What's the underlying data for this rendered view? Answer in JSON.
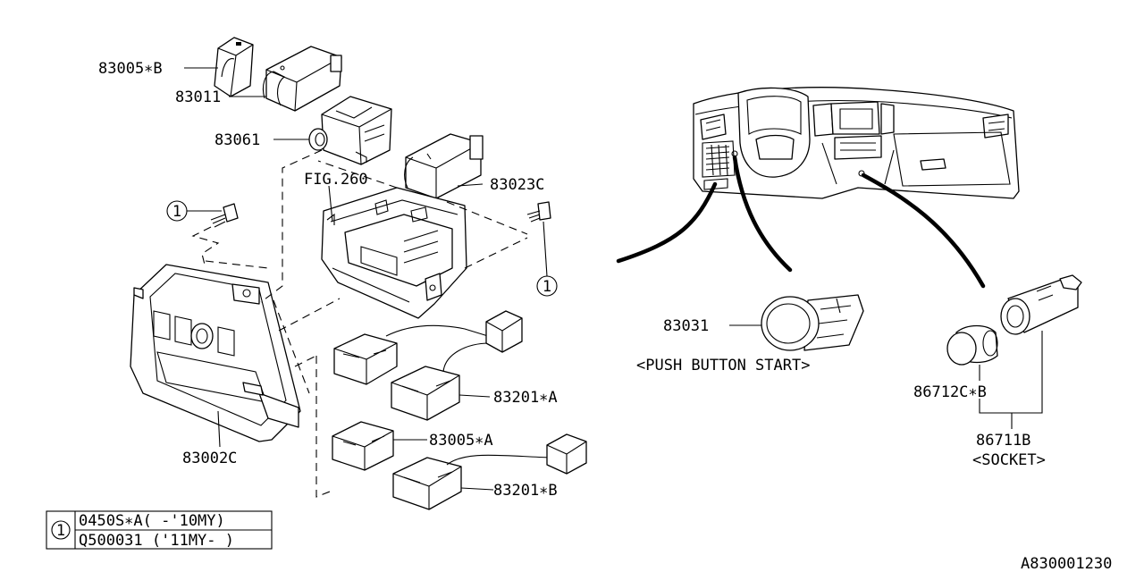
{
  "parts": {
    "p83005b": "83005∗B",
    "p83011": "83011",
    "p83061": "83061",
    "fig260": "FIG.260",
    "p83023c": "83023C",
    "p83002c": "83002C",
    "p83201a": "83201∗A",
    "p83005a": "83005∗A",
    "p83201b": "83201∗B",
    "p83031": "83031",
    "push_button_start": "<PUSH  BUTTON START>",
    "p86712cb": "86712C∗B",
    "p86711b": "86711B",
    "socket": "<SOCKET>"
  },
  "callout": {
    "number": "1"
  },
  "legend": {
    "number": "1",
    "row1": "0450S∗A( -'10MY)",
    "row2": "Q500031 ('11MY- )"
  },
  "diagram_id": "A830001230"
}
